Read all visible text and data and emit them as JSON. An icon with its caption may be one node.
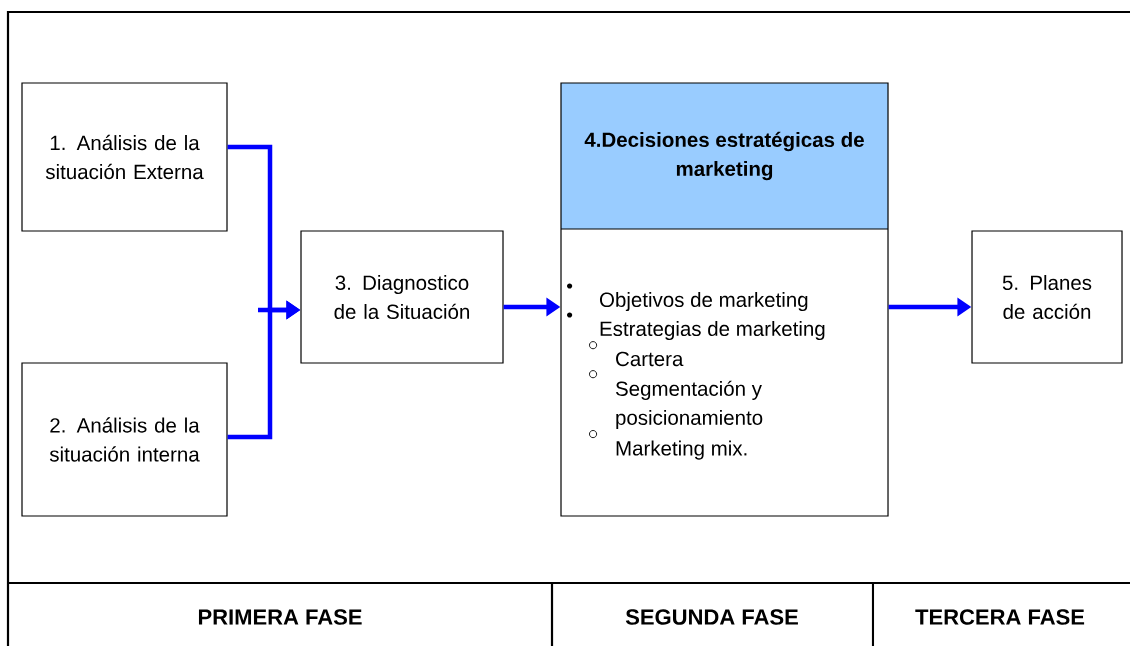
{
  "diagram": {
    "nodes": [
      {
        "text": [
          "1. Análisis de la situación Externa"
        ]
      },
      {
        "text": [
          "2. Análisis de la situación interna"
        ]
      },
      {
        "text": [
          "3. Diagnostico de la Situación"
        ]
      },
      {
        "text": [
          "4.Decisiones estratégicas de marketing",
          "Objetivos de marketing",
          "Estrategias de marketing",
          "Cartera",
          "Segmentación y posicionamiento",
          "Marketing mix."
        ]
      },
      {
        "text": [
          "5. Planes de acción"
        ]
      }
    ],
    "edges": [
      {
        "from": 0,
        "to": 2,
        "arrow": "to"
      },
      {
        "from": 1,
        "to": 2,
        "arrow": "to"
      },
      {
        "from": 2,
        "to": 3,
        "arrow": "to"
      },
      {
        "from": 3,
        "to": 4,
        "arrow": "to"
      }
    ],
    "labels": [
      "PRIMERA FASE",
      "SEGUNDA FASE",
      "TERCERA FASE"
    ]
  }
}
